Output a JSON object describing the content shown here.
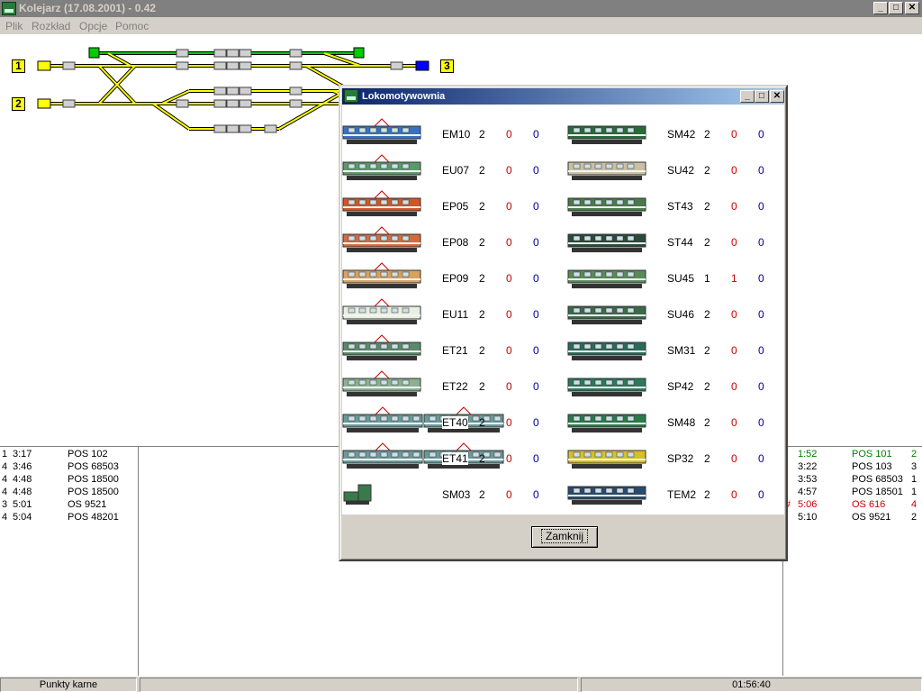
{
  "window": {
    "title": "Kolejarz (17.08.2001) - 0.42",
    "min_glyph": "_",
    "max_glyph": "□",
    "close_glyph": "✕"
  },
  "menu": [
    "Plik",
    "Rozkład",
    "Opcje",
    "Pomoc"
  ],
  "track": {
    "labels": [
      "1",
      "2",
      "3"
    ],
    "colors": {
      "track": "#ffff00",
      "signal": "#00cc00",
      "switch": "#0000ff"
    }
  },
  "schedule_left": [
    {
      "track": "1",
      "time": "3:17",
      "train": "POS 102"
    },
    {
      "track": "4",
      "time": "3:46",
      "train": "POS 68503"
    },
    {
      "track": "4",
      "time": "4:48",
      "train": "POS 18500"
    },
    {
      "track": "4",
      "time": "4:48",
      "train": "POS 18500"
    },
    {
      "track": "3",
      "time": "5:01",
      "train": "OS   9521"
    },
    {
      "track": "4",
      "time": "5:04",
      "train": "POS 48201"
    }
  ],
  "schedule_right": [
    {
      "mark": "",
      "time": "1:52",
      "train": "POS 101",
      "track": "2",
      "color": "#008000"
    },
    {
      "mark": "",
      "time": "3:22",
      "train": "POS 103",
      "track": "3",
      "color": "#000000"
    },
    {
      "mark": "",
      "time": "3:53",
      "train": "POS 68503",
      "track": "1",
      "color": "#000000"
    },
    {
      "mark": "",
      "time": "4:57",
      "train": "POS 18501",
      "track": "1",
      "color": "#000000"
    },
    {
      "mark": "#",
      "time": "5:06",
      "train": "OS   616",
      "track": "4",
      "color": "#cc0000"
    },
    {
      "mark": "",
      "time": "5:10",
      "train": "OS   9521",
      "track": "2",
      "color": "#000000"
    }
  ],
  "status": {
    "penalty_label": "Punkty karne",
    "clock": "01:56:40"
  },
  "dialog": {
    "title": "Lokomotywownia",
    "close_label": "Zamknij",
    "left_locos": [
      {
        "name": "EM10",
        "c1": "2",
        "c2": "0",
        "c3": "0",
        "color": "#3a6fc4",
        "kind": "electric"
      },
      {
        "name": "EU07",
        "c1": "2",
        "c2": "0",
        "c3": "0",
        "color": "#5a9a6a",
        "kind": "electric"
      },
      {
        "name": "EP05",
        "c1": "2",
        "c2": "0",
        "c3": "0",
        "color": "#d2552a",
        "kind": "electric"
      },
      {
        "name": "EP08",
        "c1": "2",
        "c2": "0",
        "c3": "0",
        "color": "#d86a3a",
        "kind": "electric"
      },
      {
        "name": "EP09",
        "c1": "2",
        "c2": "0",
        "c3": "0",
        "color": "#d9a060",
        "kind": "electric"
      },
      {
        "name": "EU11",
        "c1": "2",
        "c2": "0",
        "c3": "0",
        "color": "#e8efe0",
        "kind": "electric"
      },
      {
        "name": "ET21",
        "c1": "2",
        "c2": "0",
        "c3": "0",
        "color": "#5a8a6a",
        "kind": "electric"
      },
      {
        "name": "ET22",
        "c1": "2",
        "c2": "0",
        "c3": "0",
        "color": "#8ab090",
        "kind": "electric"
      },
      {
        "name": "ET40",
        "c1": "2",
        "c2": "0",
        "c3": "0",
        "color": "#6a9a9a",
        "kind": "double"
      },
      {
        "name": "ET41",
        "c1": "2",
        "c2": "0",
        "c3": "0",
        "color": "#6a9a9a",
        "kind": "double"
      },
      {
        "name": "SM03",
        "c1": "2",
        "c2": "0",
        "c3": "0",
        "color": "#3a7a4a",
        "kind": "shunter"
      }
    ],
    "right_locos": [
      {
        "name": "SM42",
        "c1": "2",
        "c2": "0",
        "c3": "0",
        "color": "#2a6a3a",
        "kind": "diesel"
      },
      {
        "name": "SU42",
        "c1": "2",
        "c2": "0",
        "c3": "0",
        "color": "#c8c0a0",
        "kind": "diesel"
      },
      {
        "name": "ST43",
        "c1": "2",
        "c2": "0",
        "c3": "0",
        "color": "#4a7a4a",
        "kind": "diesel"
      },
      {
        "name": "ST44",
        "c1": "2",
        "c2": "0",
        "c3": "0",
        "color": "#2a4a3a",
        "kind": "diesel"
      },
      {
        "name": "SU45",
        "c1": "1",
        "c2": "1",
        "c3": "0",
        "color": "#5a8a5a",
        "kind": "diesel"
      },
      {
        "name": "SU46",
        "c1": "2",
        "c2": "0",
        "c3": "0",
        "color": "#3a6a4a",
        "kind": "diesel"
      },
      {
        "name": "SM31",
        "c1": "2",
        "c2": "0",
        "c3": "0",
        "color": "#2a6a5a",
        "kind": "diesel"
      },
      {
        "name": "SP42",
        "c1": "2",
        "c2": "0",
        "c3": "0",
        "color": "#2a7a5a",
        "kind": "diesel"
      },
      {
        "name": "SM48",
        "c1": "2",
        "c2": "0",
        "c3": "0",
        "color": "#2a7a4a",
        "kind": "diesel"
      },
      {
        "name": "SP32",
        "c1": "2",
        "c2": "0",
        "c3": "0",
        "color": "#d8c020",
        "kind": "diesel"
      },
      {
        "name": "TEM2",
        "c1": "2",
        "c2": "0",
        "c3": "0",
        "color": "#2a4a6a",
        "kind": "diesel"
      }
    ]
  }
}
